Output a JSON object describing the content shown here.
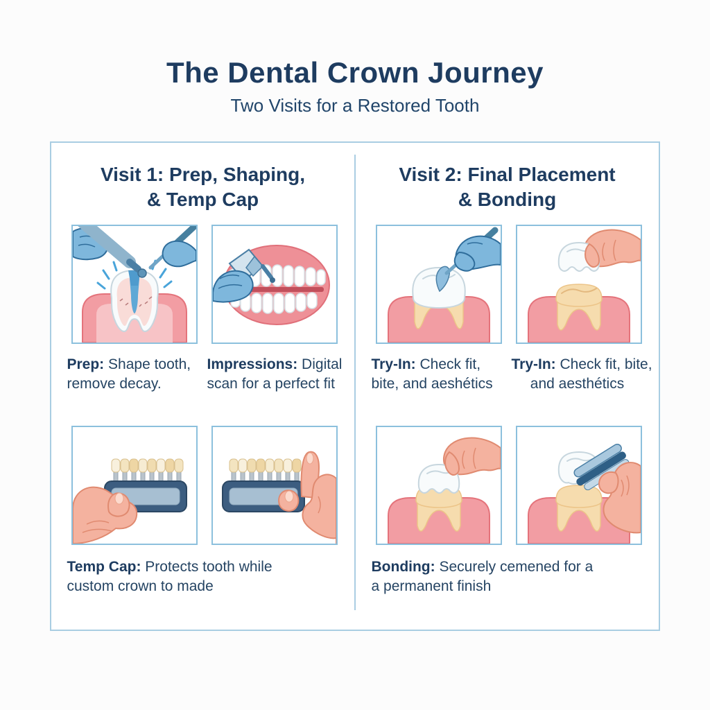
{
  "header": {
    "title": "The Dental Crown Journey",
    "subtitle": "Two Visits for a Restored Tooth"
  },
  "columns": [
    {
      "name": "visit1",
      "heading_line1": "Visit 1: Prep, Shaping,",
      "heading_line2": "& Temp Cap",
      "captions_row1": [
        {
          "lead": "Prep:",
          "text": " Shape tooth,\nremove decay."
        },
        {
          "lead": "Impressions:",
          "text": " Digital\nscan for a perfect fit"
        }
      ],
      "caption_row2": {
        "lead": "Temp Cap:",
        "text": " Protects tooth while\ncustom crown to made"
      }
    },
    {
      "name": "visit2",
      "heading_line1": "Visit 2: Final Placement",
      "heading_line2": "& Bonding",
      "captions_row1": [
        {
          "lead": "Try-In:",
          "text": " Check fit,\nbite, and aeshétics"
        },
        {
          "lead": "Try-In:",
          "text": " Check fit, bite,\nand aesthétics"
        }
      ],
      "caption_row2": {
        "lead": "Bonding:",
        "text": " Securely cemened for a\na permanent finish"
      }
    }
  ],
  "illustrations": {
    "visit1": [
      "tooth-prep-drill-illustration",
      "mouth-scan-illustration",
      "shade-guide-hold-illustration",
      "shade-guide-point-illustration"
    ],
    "visit2": [
      "cement-apply-illustration",
      "crown-tryin-hand-illustration",
      "crown-seating-illustration",
      "bonding-tool-illustration"
    ]
  },
  "colors": {
    "heading_navy": "#1e3c60",
    "body_text": "#254463",
    "frame_border": "#a9cde2",
    "panel_border": "#8cc0dd",
    "gum_pink": "#f29da3",
    "glove_blue": "#7eb7dc",
    "skin_tone": "#f4b29f",
    "tooth_white": "#f8fbfc",
    "tray_blue": "#3c5d80",
    "accent_blue": "#49a4da"
  }
}
